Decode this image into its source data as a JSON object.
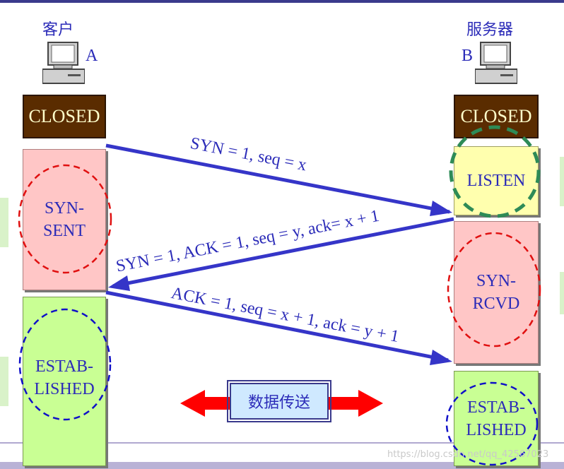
{
  "client": {
    "title": "客户",
    "letter": "A"
  },
  "server": {
    "title": "服务器",
    "letter": "B"
  },
  "client_states": {
    "closed": "CLOSED",
    "syn_sent_1": "SYN-",
    "syn_sent_2": "SENT",
    "established_1": "ESTAB-",
    "established_2": "LISHED"
  },
  "server_states": {
    "closed": "CLOSED",
    "listen": "LISTEN",
    "syn_rcvd_1": "SYN-",
    "syn_rcvd_2": "RCVD",
    "established_1": "ESTAB-",
    "established_2": "LISHED"
  },
  "messages": {
    "syn": "SYN = 1, seq = x",
    "syn_ack": "SYN = 1, ACK = 1, seq = y, ack= x + 1",
    "ack": "ACK = 1, seq = x + 1, ack = y + 1"
  },
  "data_transfer": "数据传送",
  "watermark": "https://blog.csdn.net/qq_42567023",
  "colors": {
    "text": "#2b2bb8",
    "arrow": "#3535c8",
    "closed_bg": "#5a2c00",
    "pink": "#ffc6c6",
    "yellow": "#ffffae",
    "green": "#c9ff94",
    "red_dash": "#e01010",
    "blue_dash": "#1010c8",
    "green_dash": "#2e8b57",
    "transfer_arrow": "#ff0000"
  },
  "icons": {
    "computer": "desktop-computer-icon"
  }
}
